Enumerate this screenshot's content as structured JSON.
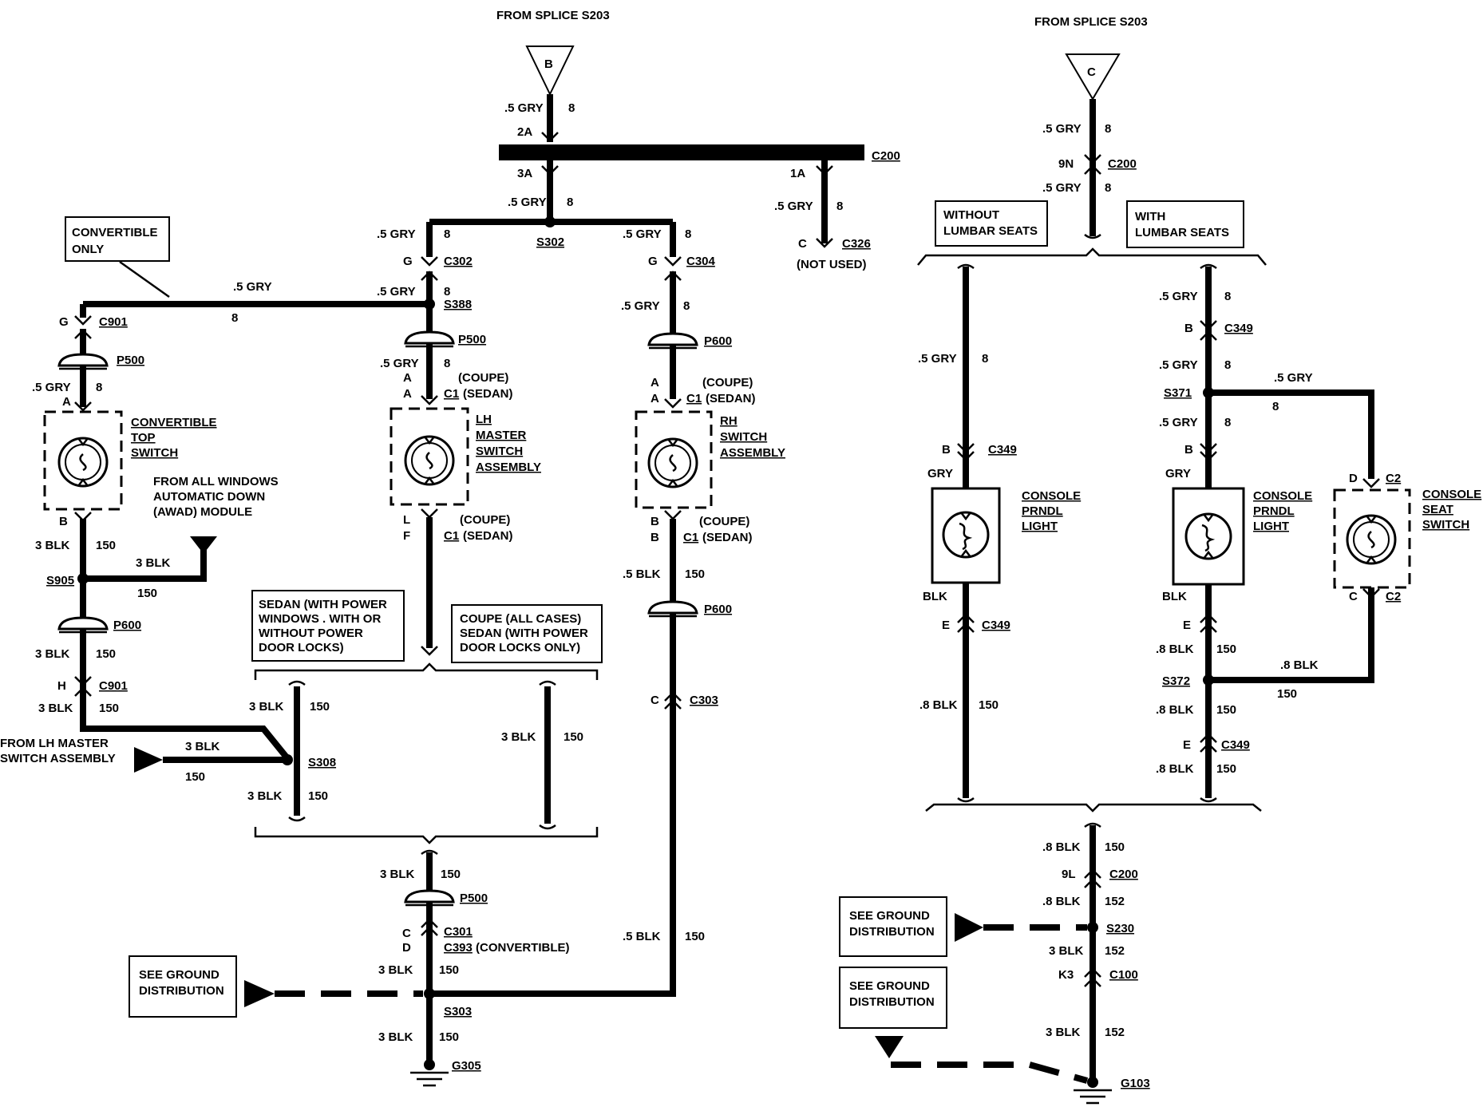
{
  "diagram": {
    "splices": {
      "from_b": "FROM SPLICE S203",
      "from_c": "FROM SPLICE S203",
      "marker_b": "B",
      "marker_c": "C"
    },
    "notes": {
      "convertible_only": [
        "CONVERTIBLE",
        "ONLY"
      ],
      "sedan_note": [
        "SEDAN (WITH POWER",
        "WINDOWS . WITH OR",
        "WITHOUT POWER",
        "DOOR LOCKS)"
      ],
      "coupe_note": [
        "COUPE (ALL CASES)",
        "SEDAN (WITH POWER",
        "DOOR LOCKS ONLY)"
      ],
      "without_lumbar": [
        "WITHOUT",
        "LUMBAR SEATS"
      ],
      "with_lumbar": [
        "WITH",
        "LUMBAR SEATS"
      ],
      "awad": [
        "FROM ALL WINDOWS",
        "AUTOMATIC DOWN",
        "(AWAD) MODULE"
      ],
      "from_lh_master": [
        "FROM LH MASTER",
        "SWITCH ASSEMBLY"
      ],
      "see_ground_1": [
        "SEE GROUND",
        "DISTRIBUTION"
      ],
      "see_ground_2": [
        "SEE GROUND",
        "DISTRIBUTION"
      ],
      "see_ground_3": [
        "SEE GROUND",
        "DISTRIBUTION"
      ],
      "not_used": "(NOT USED)"
    },
    "components": {
      "conv_top_switch": [
        "CONVERTIBLE",
        "TOP",
        "SWITCH"
      ],
      "lh_master": [
        "LH",
        "MASTER",
        "SWITCH",
        "ASSEMBLY"
      ],
      "rh_switch": [
        "RH",
        "SWITCH",
        "ASSEMBLY"
      ],
      "prndl_1": [
        "CONSOLE",
        "PRNDL",
        "LIGHT"
      ],
      "prndl_2": [
        "CONSOLE",
        "PRNDL",
        "LIGHT"
      ],
      "seat_switch": [
        "CONSOLE",
        "SEAT",
        "SWITCH"
      ]
    },
    "labels": {
      "gry5": ".5 GRY",
      "n8": "8",
      "blk3": "3 BLK",
      "blk5": ".5 BLK",
      "blk8": ".8 BLK",
      "n150": "150",
      "n152": "152",
      "gry": "GRY",
      "blk": "BLK",
      "coupe": "(COUPE)",
      "sedan": "(SEDAN)",
      "convertible": "(CONVERTIBLE)",
      "p2A": "2A",
      "p3A": "3A",
      "p1A": "1A",
      "pG": "G",
      "pA": "A",
      "pB": "B",
      "pC": "C",
      "pD": "D",
      "pE": "E",
      "pF": "F",
      "pH": "H",
      "pL": "L",
      "p9N": "9N",
      "p9L": "9L",
      "pK3": "K3"
    },
    "connectors": {
      "C200": "C200",
      "C326": "C326",
      "C302": "C302",
      "C304": "C304",
      "C901": "C901",
      "C1": "C1",
      "C303": "C303",
      "C301": "C301",
      "C393": "C393",
      "C349": "C349",
      "C2": "C2",
      "C100": "C100",
      "S302": "S302",
      "S388": "S388",
      "S905": "S905",
      "S308": "S308",
      "S303": "S303",
      "S371": "S371",
      "S372": "S372",
      "S230": "S230",
      "P500": "P500",
      "P600": "P600",
      "G305": "G305",
      "G103": "G103"
    }
  }
}
